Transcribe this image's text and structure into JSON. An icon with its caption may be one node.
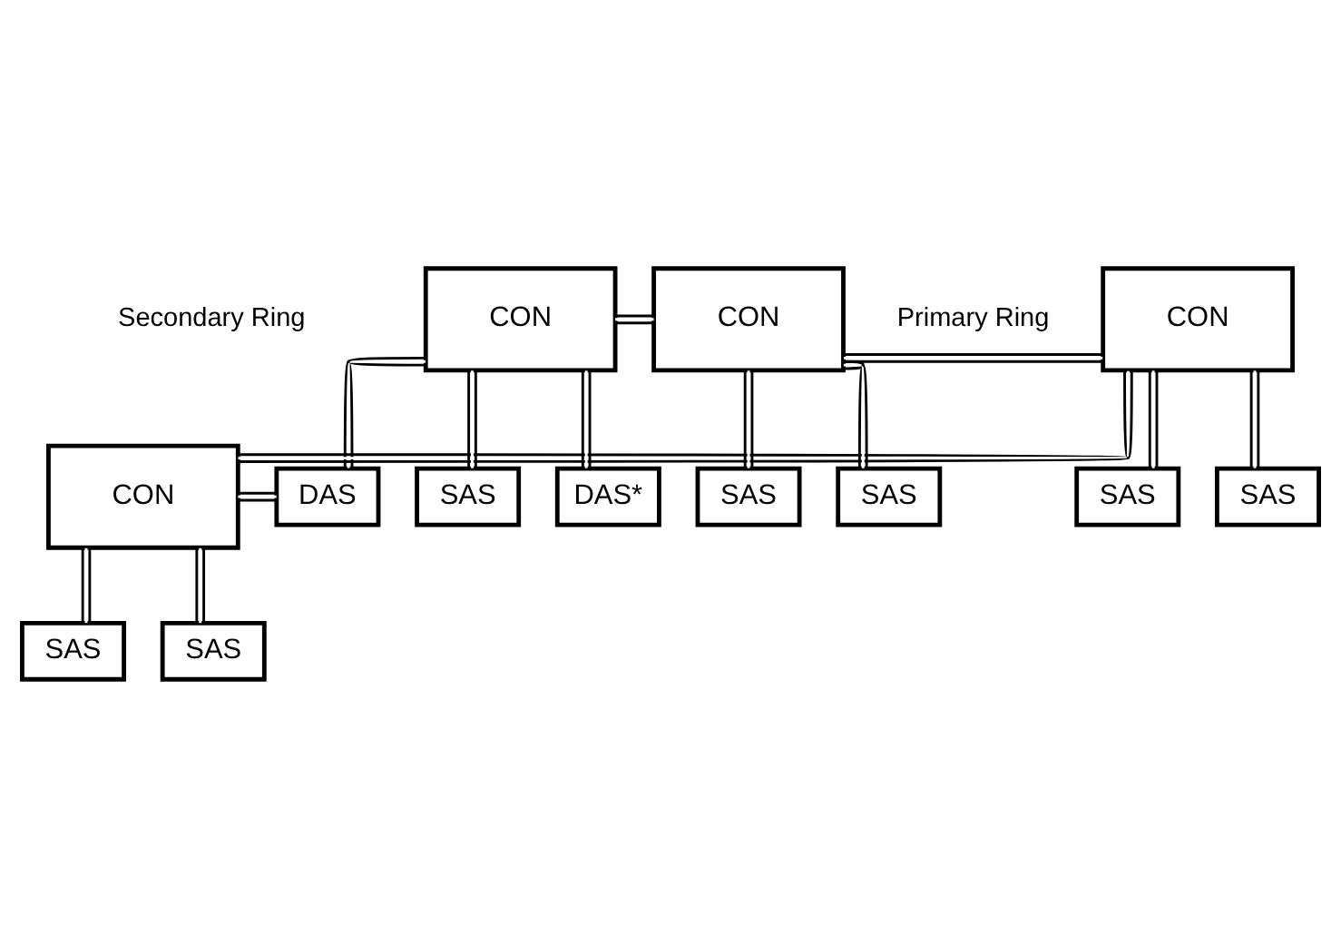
{
  "diagram": {
    "nodes": [
      {
        "text": [
          "CON"
        ]
      },
      {
        "text": [
          "DAS"
        ]
      },
      {
        "text": [
          "SAS"
        ]
      },
      {
        "text": [
          "SAS"
        ]
      },
      {
        "text": [
          "CON"
        ]
      },
      {
        "text": [
          "CON"
        ]
      },
      {
        "text": [
          "CON"
        ]
      },
      {
        "text": [
          "SAS"
        ]
      },
      {
        "text": [
          "SAS"
        ]
      },
      {
        "text": [
          "SAS"
        ]
      },
      {
        "text": [
          "SAS"
        ]
      },
      {
        "text": [
          "SAS"
        ]
      },
      {
        "text": [
          "DAS*"
        ]
      }
    ],
    "edges": [
      {
        "from": 0,
        "to": 1,
        "arrow": "none"
      },
      {
        "from": 1,
        "to": 6,
        "arrow": "none"
      },
      {
        "from": 6,
        "to": 5,
        "arrow": "none"
      },
      {
        "from": 5,
        "to": 4,
        "arrow": "none"
      },
      {
        "from": 4,
        "to": 0,
        "arrow": "none"
      },
      {
        "from": 0,
        "to": 2,
        "arrow": "none"
      },
      {
        "from": 0,
        "to": 3,
        "arrow": "none"
      },
      {
        "from": 4,
        "to": 7,
        "arrow": "none"
      },
      {
        "from": 4,
        "to": 8,
        "arrow": "none"
      },
      {
        "from": 5,
        "to": 9,
        "arrow": "none"
      },
      {
        "from": 5,
        "to": 10,
        "arrow": "none"
      },
      {
        "from": 6,
        "to": 11,
        "arrow": "none"
      },
      {
        "from": 6,
        "to": 12,
        "arrow": "none"
      }
    ],
    "labels": [
      "Primary Ring",
      "Secondary Ring"
    ]
  }
}
